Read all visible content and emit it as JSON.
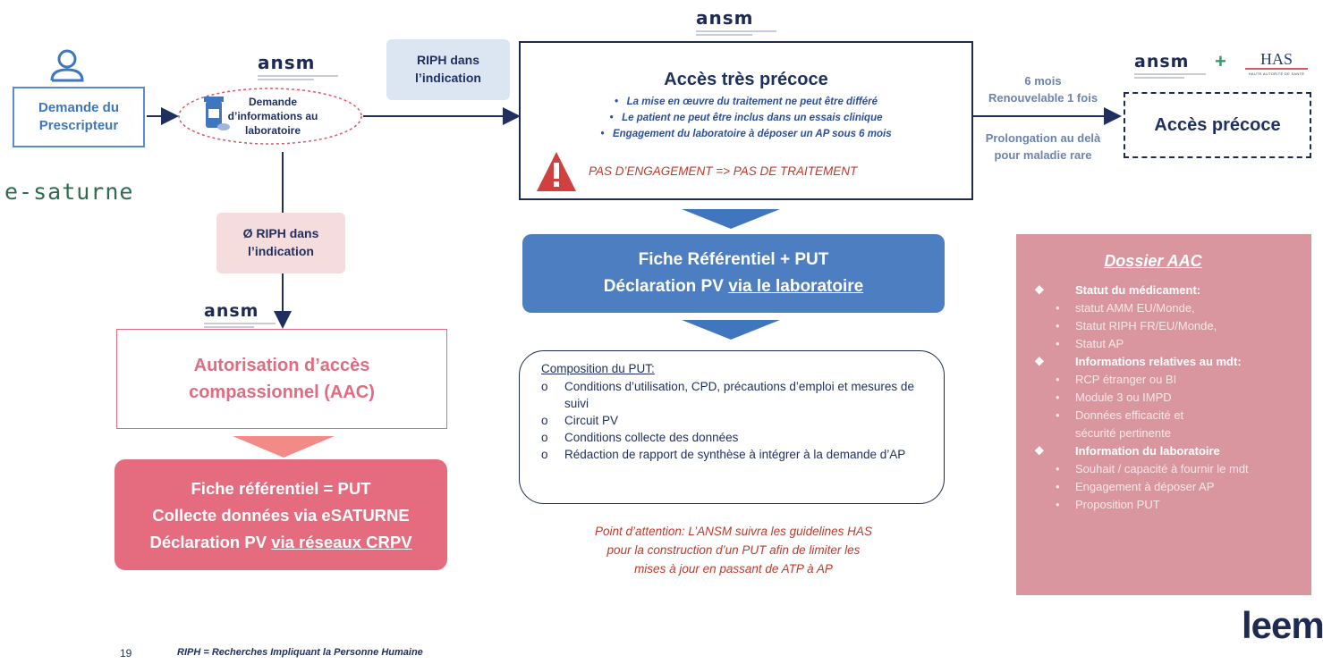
{
  "prescriber": {
    "label": "Demande du\nPrescripteur"
  },
  "esaturne": {
    "logo_text": "e-saturne"
  },
  "ansm_logo": {
    "text": "ansm"
  },
  "info_request": {
    "label": "Demande\nd’informations au\nlaboratoire"
  },
  "riph_yes": {
    "label": "RIPH dans\nl’indication"
  },
  "riph_no": {
    "label": "Ø RIPH dans\nl’indication"
  },
  "aap": {
    "title": "Accès très précoce",
    "bullets": [
      "La mise en œuvre du traitement ne peut être différé",
      "Le patient ne peut être inclus dans un essais clinique",
      "Engagement du laboratoire à déposer un AP sous 6 mois"
    ],
    "warning": "PAS D’ENGAGEMENT => PAS DE TRAITEMENT"
  },
  "duration": {
    "line1": "6 mois",
    "line2": "Renouvelable 1 fois",
    "prolong": "Prolongation au delà\npour maladie rare"
  },
  "has_logo": {
    "plus": "+",
    "text": "HAS",
    "sub": "HAUTE AUTORITÉ DE SANTÉ"
  },
  "ap": {
    "label": "Accès précoce"
  },
  "fiche_aap": {
    "line1": "Fiche Référentiel + PUT",
    "line2_prefix": "Déclaration PV ",
    "line2_link": "via le laboratoire"
  },
  "put": {
    "title": "Composition du PUT:",
    "items": [
      "Conditions d’utilisation, CPD, précautions d’emploi et mesures de suivi",
      "Circuit PV",
      "Conditions collecte des données",
      "Rédaction de rapport de synthèse à intégrer à la demande d’AP"
    ]
  },
  "attention": {
    "text": "Point d’attention: L’ANSM suivra les guidelines HAS\npour la construction d’un PUT afin de limiter les\nmises à jour en passant de ATP à AP"
  },
  "aac": {
    "label": "Autorisation d’accès\ncompassionnel (AAC)"
  },
  "fiche_aac": {
    "line1": "Fiche référentiel = PUT",
    "line2": "Collecte données via eSATURNE",
    "line3_prefix": "Déclaration PV ",
    "line3_link": "via réseaux CRPV"
  },
  "dossier": {
    "title": "Dossier AAC",
    "sections": [
      {
        "head": "Statut du médicament:",
        "items": [
          "statut AMM EU/Monde,",
          "Statut RIPH FR/EU/Monde,",
          "Statut AP"
        ]
      },
      {
        "head": "Informations relatives au mdt:",
        "items": [
          "RCP étranger ou BI",
          "Module 3 ou IMPD",
          "Données efficacité et sécurité pertinente"
        ]
      },
      {
        "head": "Information du laboratoire",
        "items": [
          "Souhait / capacité à fournir le mdt",
          "Engagement à déposer AP",
          "Proposition PUT"
        ]
      }
    ]
  },
  "footer": {
    "page": "19",
    "note": "RIPH = Recherches Impliquant la Personne Humaine"
  },
  "leem": {
    "text": "leem"
  },
  "colors": {
    "navy": "#1f2f5e",
    "blue": "#3f76bd",
    "pink": "#e26a7e",
    "red": "#c0392b"
  }
}
